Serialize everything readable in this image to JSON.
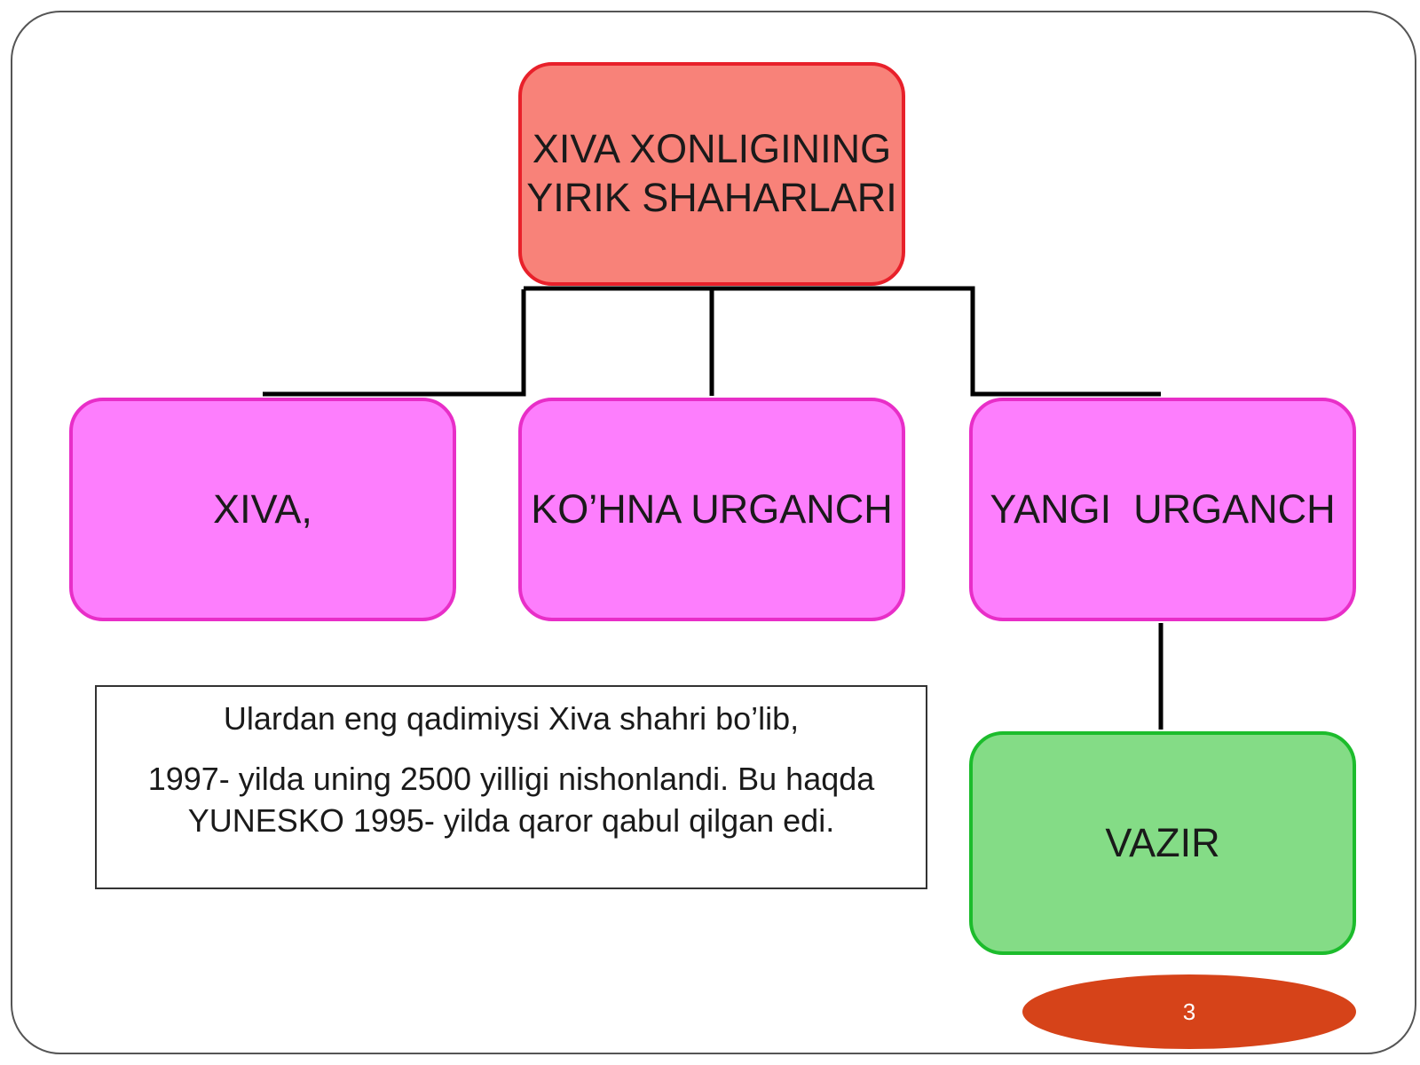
{
  "diagram": {
    "root": {
      "label": "XIVA XONLIGINING\nYIRIK SHAHARLARI"
    },
    "children": [
      {
        "label": "XIVA,"
      },
      {
        "label": "KO’HNA URGANCH"
      },
      {
        "label": "YANGI  URGANCH"
      }
    ],
    "leaf": {
      "label": "VAZIR"
    },
    "colors": {
      "root_fill": "#f88279",
      "root_border": "#e8202a",
      "child_fill": "#fd7efd",
      "child_border": "#e82ec8",
      "leaf_fill": "#84dc86",
      "leaf_border": "#1cbc2c",
      "badge_fill": "#d64319"
    }
  },
  "note": {
    "paragraph_1": "Ulardan eng qadimiysi Xiva shahri bo’lib,",
    "paragraph_2": "1997- yilda uning 2500 yilligi nishonlandi. Bu haqda YUNESKO 1995- yilda qaror qabul qilgan edi."
  },
  "page_number": "3"
}
